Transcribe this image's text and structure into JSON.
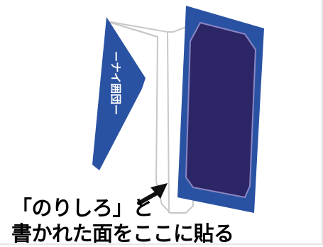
{
  "caption": {
    "line1": "「のりしろ」と",
    "line2": "書かれた面をここに貼る"
  },
  "illustration": {
    "left_flap_text": "ーナイ囲団ー",
    "colors": {
      "blue": "#2a52a3",
      "navy": "#2c2666",
      "outline": "#c8c8c8",
      "arrow": "#111111"
    }
  }
}
